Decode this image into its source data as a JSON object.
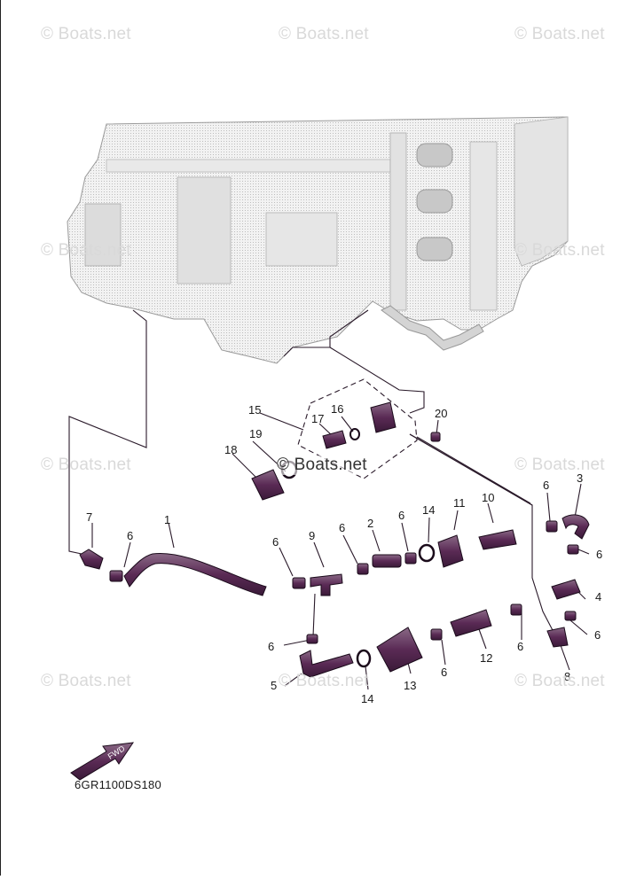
{
  "watermark": {
    "text": "© Boats.net"
  },
  "diagram_code": "6GR1100DS180",
  "fwd_label": "FWD",
  "callouts": [
    "1",
    "2",
    "3",
    "4",
    "5",
    "6",
    "7",
    "8",
    "9",
    "10",
    "11",
    "12",
    "13",
    "14",
    "15",
    "16",
    "17",
    "18",
    "19",
    "20"
  ],
  "colors": {
    "part_fill": "#5a2a55",
    "line": "#2a1a2a",
    "engine": "#e8e8e8"
  }
}
